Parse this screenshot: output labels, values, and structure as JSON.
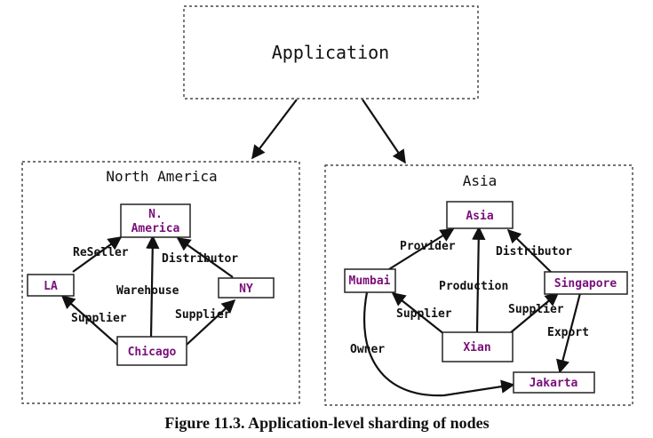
{
  "application": {
    "label": "Application"
  },
  "regions": {
    "north_america": {
      "title": "North America",
      "nodes": {
        "na": [
          "N.",
          "America"
        ],
        "la": "LA",
        "ny": "NY",
        "chicago": "Chicago"
      },
      "edges": {
        "reseller": "ReSeller",
        "distributor": "Distributor",
        "warehouse": "Warehouse",
        "supplier_left": "Supplier",
        "supplier_right": "Supplier"
      }
    },
    "asia": {
      "title": "Asia",
      "nodes": {
        "asia": "Asia",
        "mumbai": "Mumbai",
        "singapore": "Singapore",
        "xian": "Xian",
        "jakarta": "Jakarta"
      },
      "edges": {
        "provider": "Provider",
        "distributor": "Distributor",
        "production": "Production",
        "supplier_left": "Supplier",
        "supplier_right": "Supplier",
        "export": "Export",
        "owner": "Owner"
      }
    }
  },
  "caption": "Figure 11.3. Application-level sharding of nodes"
}
